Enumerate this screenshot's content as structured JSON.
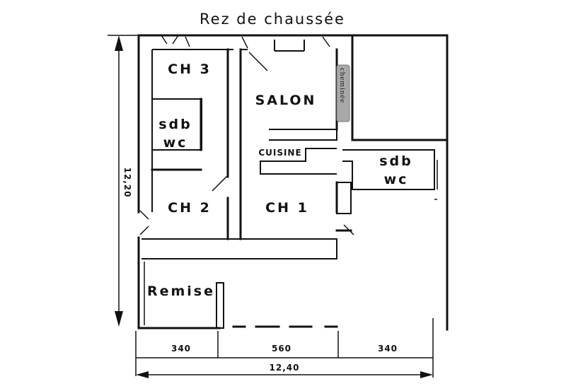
{
  "title": "Rez de chaussée",
  "rooms": {
    "ch3": "CH 3",
    "salon": "SALON",
    "sdb_left_1": "sdb",
    "sdb_left_2": "wc",
    "cuisine": "CUISINE",
    "sdb_right_1": "sdb",
    "sdb_right_2": "wc",
    "ch2": "CH 2",
    "ch1": "CH 1",
    "remise": "Remise"
  },
  "fireplace": "cheminée",
  "dimensions": {
    "height_total": "12,20",
    "width_total": "12,40",
    "segment_left": "340",
    "segment_middle": "560",
    "segment_right": "340"
  },
  "colors": {
    "walls": "#111111",
    "fireplace_fill": "#a8a8a8"
  }
}
